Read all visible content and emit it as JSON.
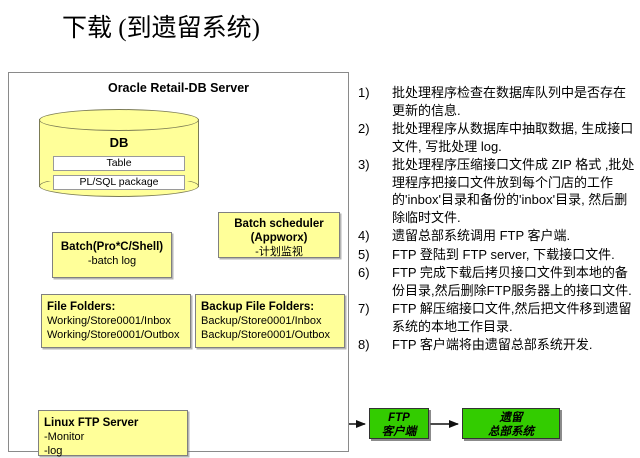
{
  "title": "下载 (到遗留系统)",
  "server": {
    "title": "Oracle Retail-DB Server",
    "db": {
      "label": "DB",
      "table_label": "Table",
      "plsql_label": "PL/SQL package"
    },
    "nodes": {
      "batch": {
        "header": "Batch(Pro*C/Shell)",
        "sub": "-batch log"
      },
      "scheduler": {
        "header_line1": "Batch scheduler",
        "header_line2": "(Appworx)",
        "sub": "-计划监视"
      },
      "file_folders": {
        "header": "File Folders:",
        "line1": "Working/Store0001/Inbox",
        "line2": "Working/Store0001/Outbox"
      },
      "backup_file_folders": {
        "header": "Backup File Folders:",
        "line1": "Backup/Store0001/Inbox",
        "line2": "Backup/Store0001/Outbox"
      },
      "ftp_server": {
        "header": "Linux FTP Server",
        "line1": "-Monitor",
        "line2": "-log"
      }
    }
  },
  "external": {
    "ftp_client": {
      "line1": "FTP",
      "line2": "客户端"
    },
    "legacy_hq": {
      "line1": "遗留",
      "line2": "总部系统"
    }
  },
  "steps": [
    {
      "num": "1)",
      "text": "批处理程序检查在数据库队列中是否存在更新的信息."
    },
    {
      "num": "2)",
      "text": "批处理程序从数据库中抽取数据, 生成接口文件, 写批处理 log."
    },
    {
      "num": "3)",
      "text": "批处理程序压缩接口文件成 ZIP 格式 ,批处理程序把接口文件放到每个门店的工作的'inbox'目录和备份的'inbox'目录, 然后删除临时文件."
    },
    {
      "num": "4)",
      "text": "遗留总部系统调用 FTP 客户端."
    },
    {
      "num": "5)",
      "text": "FTP 登陆到 FTP server, 下载接口文件."
    },
    {
      "num": "6)",
      "text": "FTP 完成下载后拷贝接口文件到本地的备份目录,然后删除FTP服务器上的接口文件."
    },
    {
      "num": "7)",
      "text": "FTP 解压缩接口文件,然后把文件移到遗留系统的本地工作目录."
    },
    {
      "num": "8)",
      "text": "FTP 客户端将由遗留总部系统开发."
    }
  ],
  "colors": {
    "node_fill": "#ffff99",
    "node_border": "#808080",
    "green_fill": "#33cc00",
    "green_border": "#333333",
    "connector": "#555555"
  }
}
